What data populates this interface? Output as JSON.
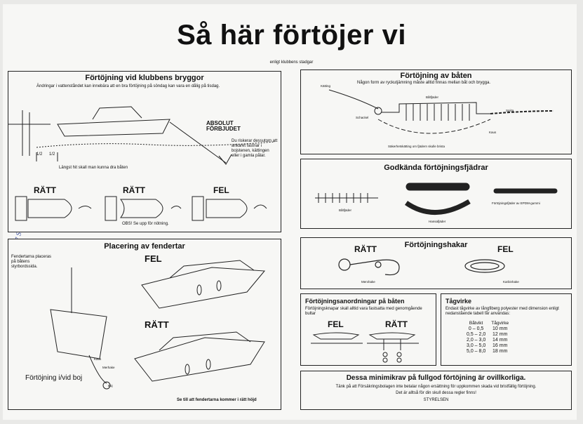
{
  "title": "Så här förtöjer vi",
  "subtitle": "enligt klubbens stadgar",
  "margin_note": "47 SM",
  "panel_brygga": {
    "title": "Förtöjning vid klubbens bryggor",
    "note": "Ändringar i vattenståndet kan innebära att en bra förtöjning på söndag kan vara en dålig på tisdag.",
    "forbidden": "ABSOLUT FÖRBJUDET",
    "warning": "Du riskerar dessutom att ankaret fastnar i bojstenen, kättingen eller i gamla pålar.",
    "half1": "1/2",
    "half2": "1/2",
    "reach": "Längst hit skall man kunna dra båten",
    "ratt1": "RÄTT",
    "ratt2": "RÄTT",
    "fel": "FEL",
    "obs": "OBS! Se upp för nötning."
  },
  "panel_fender": {
    "title": "Placering av fendertar",
    "side_note": "Fendertarna placeras på båtens styrbordssida.",
    "fel": "FEL",
    "ratt": "RÄTT",
    "kaus": "Kaus",
    "merhake": "Merhake",
    "boj": "Boj",
    "boj_title": "Förtöjning i/vid boj",
    "bottom": "Se till att fendertarna kommer i rätt höjd"
  },
  "panel_baten": {
    "title": "Förtöjning av båten",
    "katting": "Kätting",
    "note": "Någon form av ryckutjämning måste alltid finnas mellan båt och brygga.",
    "batfjader": "Båtfjäder",
    "schackel": "Schackel",
    "spiita": "Spiita",
    "kaus": "Kaus",
    "sakerhet": "Säkerhetskätting om fjädern skulle brista"
  },
  "panel_fjadrar": {
    "title": "Godkända förtöjningsfjädrar",
    "batfjader": "Båtfjäder",
    "hansafjader": "Hansafjäder",
    "epdm": "Förtöjningsfjäder av EPDM-gummi"
  },
  "panel_hakar": {
    "title": "Förtöjningshakar",
    "ratt": "RÄTT",
    "fel": "FEL",
    "merhake": "Merxhake",
    "karbinhake": "Karbinhake"
  },
  "panel_anordning": {
    "title": "Förtöjningsanordningar på båten",
    "note": "Förtöjningsknapar skall alltid vara fastsatta med genomgående bultar",
    "fel": "FEL",
    "ratt": "RÄTT"
  },
  "panel_tagvirke": {
    "title": "Tågvirke",
    "note": "Endast tågvirke av långfiberg polyester med dimension enligt nedanstående tabell får användas:",
    "headers": [
      "Båtvikt",
      "Tågvirke"
    ],
    "rows": [
      [
        "0 – 0,5",
        "10 mm"
      ],
      [
        "0,5 – 2,0",
        "12 mm"
      ],
      [
        "2,0 – 3,0",
        "14 mm"
      ],
      [
        "3,0 – 5,0",
        "16 mm"
      ],
      [
        "5,0 – 8,0",
        "18 mm"
      ]
    ]
  },
  "panel_krav": {
    "title": "Dessa minimikrav på fullgod förtöjning är ovillkorliga.",
    "line1": "Tänk på att Försäkringsbolagen inte betalar någon ersättning för uppkommen skada vid bristfällig förtöjning.",
    "line2": "Det är alltså för din skull dessa regler finns!",
    "sign": "STYRELSEN"
  }
}
